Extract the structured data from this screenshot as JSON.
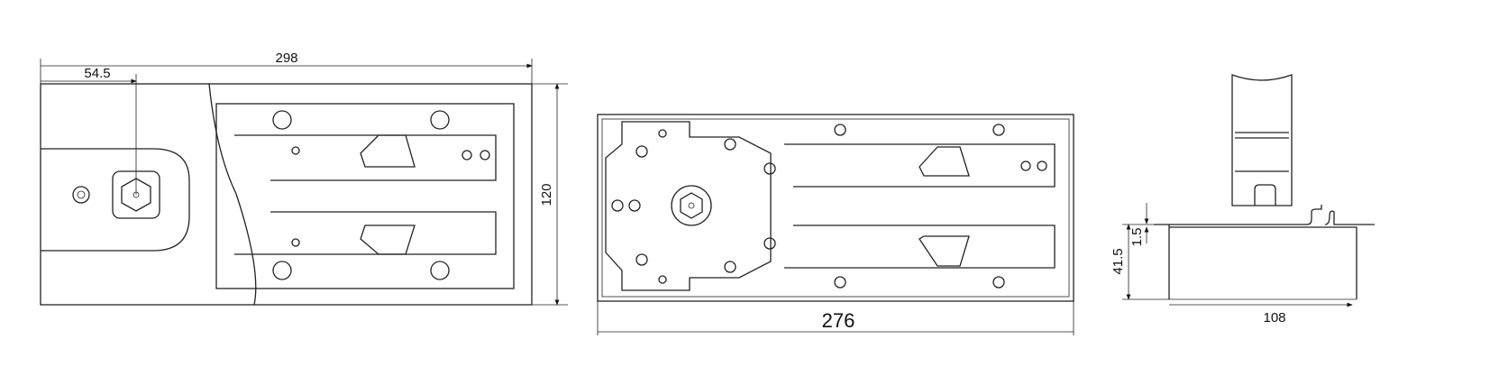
{
  "dimensions": {
    "top_view_length": "298",
    "spindle_offset": "54.5",
    "width": "120",
    "body_length": "276",
    "depth": "41.5",
    "plate_thickness": "1.5",
    "cover_width": "108"
  },
  "colors": {
    "line": "#222222",
    "background": "#ffffff"
  }
}
